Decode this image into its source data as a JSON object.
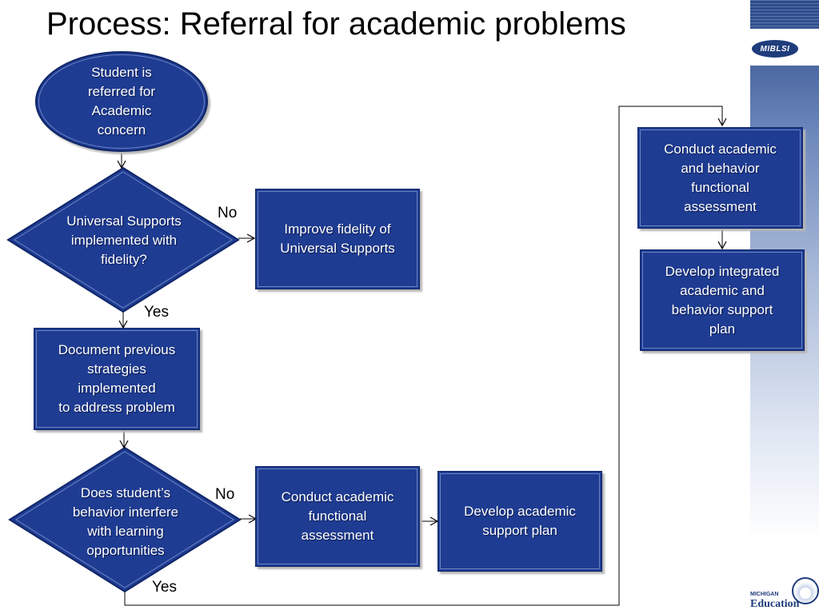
{
  "slide": {
    "title": "Process: Referral for academic problems"
  },
  "branding": {
    "top_logo_text": "MIBLSI",
    "bottom_logo_small": "MICHIGAN",
    "bottom_logo_big": "Education",
    "strip_color": "#2d4a8a"
  },
  "colors": {
    "node_fill": "#1f3c93",
    "node_border": "#0f2566",
    "node_inner_line": "#6c85c4",
    "connector": "#000000"
  },
  "nodes": {
    "start": "Student is\nreferred for\nAcademic\nconcern",
    "decision_universal": "Universal Supports\nimplemented with\nfidelity?",
    "improve_fidelity": "Improve fidelity of\nUniversal Supports",
    "document_strategies": "Document previous\nstrategies\nimplemented\nto address problem",
    "decision_behavior": "Does student’s\nbehavior interfere\nwith learning\nopportunities",
    "conduct_academic_fa": "Conduct academic\nfunctional\nassessment",
    "develop_academic_plan": "Develop academic\nsupport plan",
    "conduct_academic_behavior_fa": "Conduct academic\nand behavior\nfunctional\nassessment",
    "develop_integrated_plan": "Develop integrated\nacademic and\nbehavior support\nplan"
  },
  "edge_labels": {
    "universal_no": "No",
    "universal_yes": "Yes",
    "behavior_no": "No",
    "behavior_yes": "Yes"
  }
}
